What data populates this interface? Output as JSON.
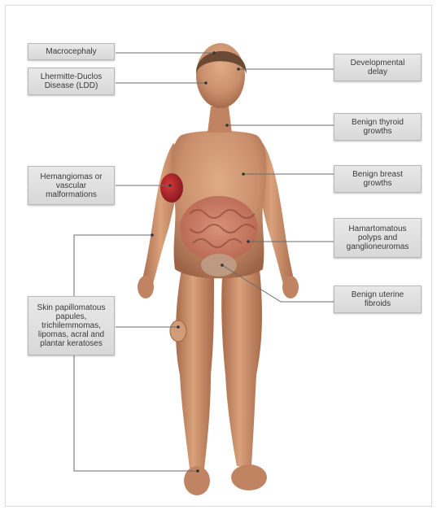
{
  "labels": {
    "macrocephaly": "Macrocephaly",
    "lddisease": "Lhermitte-Duclos\nDisease (LDD)",
    "hemangiomas": "Hemangiomas or\nvascular\nmalformations",
    "skin": "Skin papillomatous\npapules,\ntrichilemmomas,\nlipomas, acral and\nplantar keratoses",
    "developmental": "Developmental\ndelay",
    "thyroid": "Benign thyroid\ngrowths",
    "breast": "Benign breast\ngrowths",
    "hamartomatous": "Hamartomatous\npolyps and\nganglioneuromas",
    "uterine": "Benign uterine\nfibroids"
  },
  "colors": {
    "skin": "#c98f6c",
    "skin_shadow": "#9c6446",
    "hair": "#6a4a34",
    "lesion_red": "#b3222a",
    "intestine": "#c77a63",
    "leader_line": "#6b6b6b",
    "label_fill": "#e0e0e0"
  }
}
